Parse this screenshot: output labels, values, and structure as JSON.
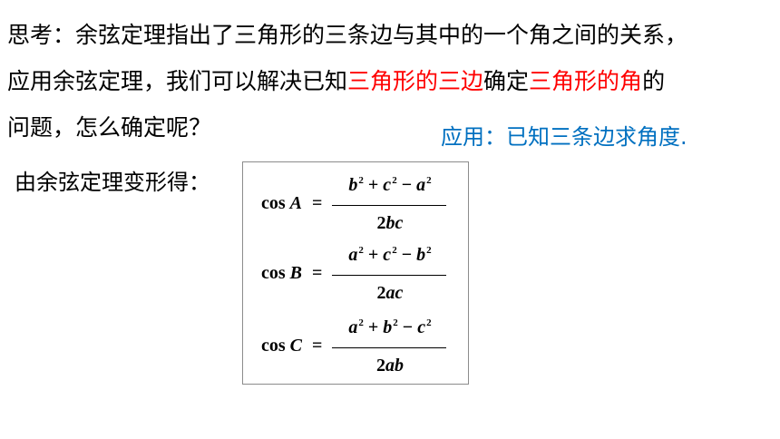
{
  "text": {
    "line1": "思考：余弦定理指出了三角形的三条边与其中的一个角之间的关系，",
    "line2_pre": "应用余弦定理，我们可以解决已知",
    "line2_red1": "三角形的三边",
    "line2_mid": "确定",
    "line2_red2": "三角形的角",
    "line2_post": "的",
    "line3": "问题，怎么确定呢？",
    "application": "应用：已知三条边求角度.",
    "derive_label": "由余弦定理变形得："
  },
  "formulas": [
    {
      "cos": "cos",
      "angle": "A",
      "eq": "=",
      "t1": "b",
      "e1": "2",
      "op1": "+",
      "t2": "c",
      "e2": "2",
      "op2": "−",
      "t3": "a",
      "e3": "2",
      "den_coef": "2",
      "den_vars": "bc"
    },
    {
      "cos": "cos",
      "angle": "B",
      "eq": "=",
      "t1": "a",
      "e1": "2",
      "op1": "+",
      "t2": "c",
      "e2": "2",
      "op2": "−",
      "t3": "b",
      "e3": "2",
      "den_coef": "2",
      "den_vars": "ac"
    },
    {
      "cos": "cos",
      "angle": "C",
      "eq": "=",
      "t1": "a",
      "e1": "2",
      "op1": "+",
      "t2": "b",
      "e2": "2",
      "op2": "−",
      "t3": "c",
      "e3": "2",
      "den_coef": "2",
      "den_vars": "ab"
    }
  ],
  "colors": {
    "highlight": "#ff0000",
    "application": "#0070c0",
    "box_border": "#8c8c8c"
  }
}
